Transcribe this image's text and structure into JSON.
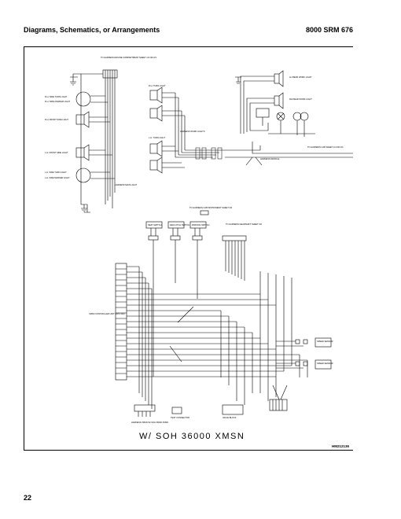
{
  "header": {
    "left": "Diagrams, Schematics, or Arrangements",
    "right": "8000 SRM 676"
  },
  "diagram": {
    "labels": {
      "to_harness_engine": "TO HARNESS ENGINE COMPARTMENT SHEET 1/4 OR 2/4",
      "rh_side_turn": "R.H. SIDE TURN LIGHT",
      "rh_side_marker": "R.H. SIDE MARKER LIGHT",
      "rh_front_side": "R.H. FRONT SIDE LIGHT",
      "lh_front_side": "L.H. FRONT SIDE LIGHT",
      "lh_side_turn": "L.H. SIDE TURN LIGHT",
      "lh_side_marker": "L.H. SIDE MARKER LIGHT",
      "harness_main_light": "HARNESS MAIN LIGHT",
      "rh_turn_light": "R.H. TURN LIGHT",
      "lh_turn_light": "L.H. TURN LIGHT",
      "harness_work_lights": "HARNESS WORK LIGHTS",
      "lh_rear_work": "LH REAR WORK LIGHT",
      "rh_rear_work": "RH REAR WORK LIGHT",
      "harness_module": "HARNESS MODULE",
      "to_harness_cab": "TO HARNESS CAB SHEET 1/4 OR 2/4",
      "seat_switch": "SEAT SWITCH",
      "declutch_switch": "DECLUTCH SWITCH",
      "parking_switch": "PARKING SWITCH",
      "to_harness_cab_instr": "TO HARNESS CAB INSTRUMENT SHEET 3/4",
      "to_harness_gearshift": "TO HARNESS GEARSHIFT SHEET 3/4",
      "xmsn_controller": "XMSN CONTROLLER UNIT (APC 100)",
      "speed_sensor_1": "SPEED SENSOR",
      "speed_sensor_2": "SPEED SENSOR",
      "harness_xmsn": "HARNESS XMSN W/ SOH 36000 XMSN",
      "test_connector": "TEST CONNECTOR",
      "valve_block": "VALVE BLOCK",
      "w_soh": "W/ SOH 36000 XMSN",
      "figure_id": "HM212136"
    }
  },
  "footer": {
    "page_number": "22"
  }
}
